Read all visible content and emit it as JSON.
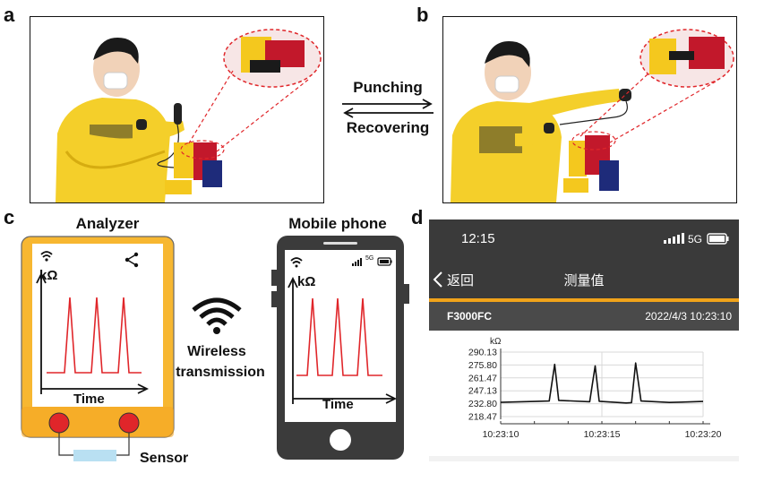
{
  "panels": {
    "a": "a",
    "b": "b",
    "c": "c",
    "d": "d"
  },
  "panel_ab": {
    "arrow_top_label": "Punching",
    "arrow_bottom_label": "Recovering"
  },
  "panel_c": {
    "analyzer_title": "Analyzer",
    "phone_title": "Mobile phone",
    "y_unit": "kΩ",
    "x_label": "Time",
    "wireless_line1": "Wireless",
    "wireless_line2": "transmission",
    "sensor_label": "Sensor",
    "phone_network": "5G",
    "colors": {
      "analyzer_body": "#f7b731",
      "phone_body": "#3b3b3b",
      "signal": "#e0262a",
      "sensor_button": "#e0262a",
      "sensor_pad": "#b9e0f2"
    }
  },
  "app": {
    "time": "12:15",
    "network": "5G",
    "back_label": "返回",
    "page_title": "测量值",
    "device_id": "F3000FC",
    "datetime": "2022/4/3 10:23:10",
    "colors": {
      "header": "#3a3a3a",
      "accent": "#f0a31a",
      "infobar": "#4a4a4a"
    }
  },
  "chart_data": {
    "type": "line",
    "ylabel": "kΩ",
    "yticks": [
      "290.13",
      "275.80",
      "261.47",
      "247.13",
      "232.80",
      "218.47"
    ],
    "ylim": [
      218.47,
      290.13
    ],
    "xticks": [
      "10:23:10",
      "10:23:15",
      "10:23:20"
    ],
    "xlim_seconds": [
      0,
      15
    ],
    "grid": true,
    "series": [
      {
        "x": [
          0.0,
          2.5,
          3.6,
          4.0,
          4.3,
          6.6,
          7.0,
          7.3,
          9.3,
          9.7,
          10.0,
          10.4,
          12.5,
          14.0,
          15.0
        ],
        "values": [
          234.3,
          235.3,
          235.8,
          276.5,
          236.5,
          235.0,
          274.8,
          235.5,
          233.6,
          234.0,
          278.0,
          235.8,
          234.2,
          234.8,
          235.3
        ]
      }
    ]
  }
}
